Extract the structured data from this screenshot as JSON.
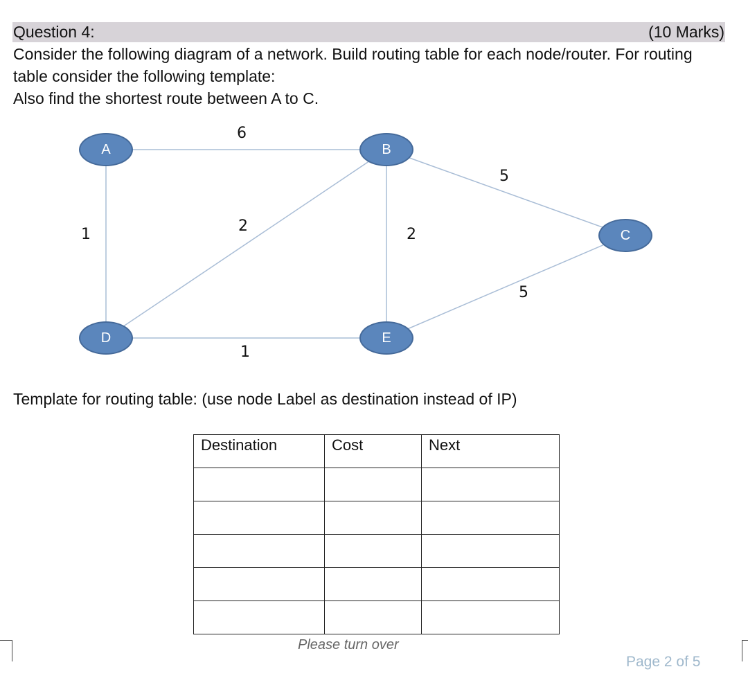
{
  "question": {
    "title": "Question 4:",
    "marks": "(10 Marks)",
    "lines": [
      "Consider the following diagram of a network. Build routing table for each node/router.  For routing",
      "table consider the following template:",
      "Also find the shortest route between A to C."
    ]
  },
  "diagram": {
    "node_color": "#5b86bc",
    "edge_color": "#a9bdd6",
    "nodes": [
      {
        "id": "A",
        "label": "A"
      },
      {
        "id": "B",
        "label": "B"
      },
      {
        "id": "C",
        "label": "C"
      },
      {
        "id": "D",
        "label": "D"
      },
      {
        "id": "E",
        "label": "E"
      }
    ],
    "edges": [
      {
        "from": "A",
        "to": "B",
        "weight": "6"
      },
      {
        "from": "A",
        "to": "D",
        "weight": "1"
      },
      {
        "from": "B",
        "to": "D",
        "weight": "2"
      },
      {
        "from": "B",
        "to": "E",
        "weight": "2"
      },
      {
        "from": "B",
        "to": "C",
        "weight": "5"
      },
      {
        "from": "E",
        "to": "C",
        "weight": "5"
      },
      {
        "from": "D",
        "to": "E",
        "weight": "1"
      }
    ]
  },
  "template": {
    "caption": "Template for routing table: (use node Label as destination instead of IP)",
    "headers": [
      "Destination",
      "Cost",
      "Next"
    ],
    "empty_rows": 5
  },
  "footer": {
    "turn_over": "Please turn over",
    "page": "Page 2 of 5"
  }
}
